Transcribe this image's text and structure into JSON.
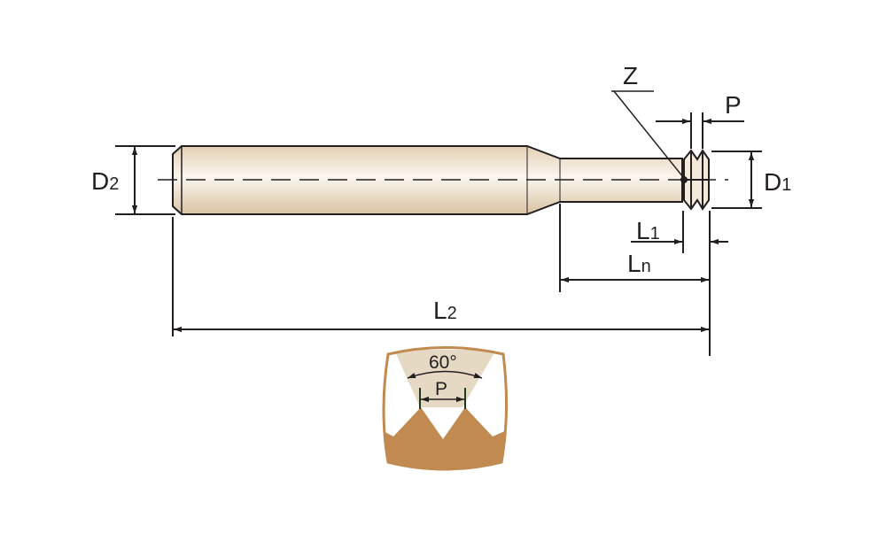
{
  "labels": {
    "d2": "D",
    "d2_sub": "2",
    "d1": "D",
    "d1_sub": "1",
    "l2": "L",
    "l2_sub": "2",
    "ln": "L",
    "ln_sub": "n",
    "l1": "L",
    "l1_sub": "1",
    "p": "P",
    "z": "Z",
    "angle": "60°",
    "thread_p": "P"
  },
  "colors": {
    "body": "#e8d8c0",
    "thread": "#c08a50",
    "line": "#231f20"
  }
}
